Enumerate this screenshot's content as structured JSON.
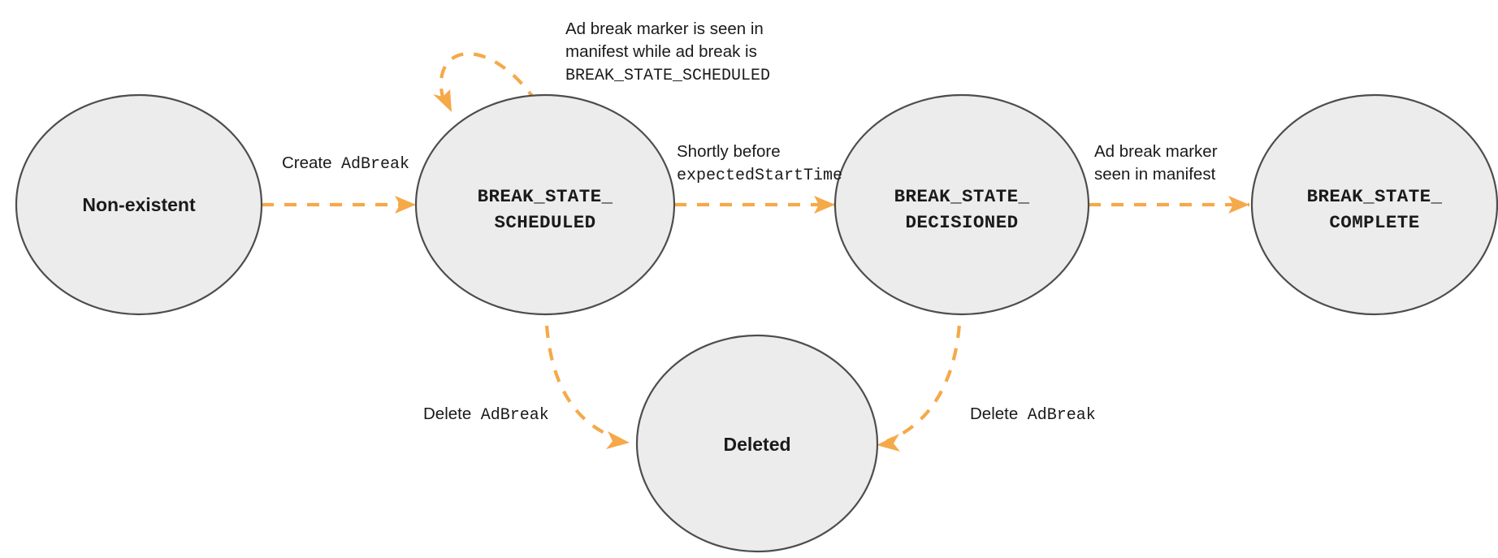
{
  "diagram": {
    "title": "AdBreak state machine",
    "colors": {
      "node_fill": "#ececec",
      "node_stroke": "#4d4d4d",
      "edge": "#f5a949",
      "text": "#1a1a1a",
      "background": "#ffffff"
    },
    "nodes": [
      {
        "id": "non-existent",
        "label_lines": [
          "Non-existent"
        ],
        "style": "sans"
      },
      {
        "id": "break-state-scheduled",
        "label_lines": [
          "BREAK_STATE_",
          "SCHEDULED"
        ],
        "style": "mono"
      },
      {
        "id": "break-state-decisioned",
        "label_lines": [
          "BREAK_STATE_",
          "DECISIONED"
        ],
        "style": "mono"
      },
      {
        "id": "break-state-complete",
        "label_lines": [
          "BREAK_STATE_",
          "COMPLETE"
        ],
        "style": "mono"
      },
      {
        "id": "deleted",
        "label_lines": [
          "Deleted"
        ],
        "style": "sans"
      }
    ],
    "edges": [
      {
        "id": "create-adbreak",
        "from": "non-existent",
        "to": "break-state-scheduled",
        "label_parts": [
          {
            "text": "Create ",
            "style": "sans"
          },
          {
            "text": "AdBreak",
            "style": "mono"
          }
        ]
      },
      {
        "id": "scheduled-self-loop",
        "from": "break-state-scheduled",
        "to": "break-state-scheduled",
        "label_lines": [
          {
            "text": "Ad break marker is seen in",
            "style": "sans"
          },
          {
            "text": "manifest while ad break is",
            "style": "sans"
          },
          {
            "text": "BREAK_STATE_SCHEDULED",
            "style": "mono"
          }
        ]
      },
      {
        "id": "shortly-before-expected-start-time",
        "from": "break-state-scheduled",
        "to": "break-state-decisioned",
        "label_lines": [
          {
            "text": "Shortly before",
            "style": "sans"
          },
          {
            "text": "expectedStartTime",
            "style": "mono"
          }
        ]
      },
      {
        "id": "ad-break-marker-seen-in-manifest",
        "from": "break-state-decisioned",
        "to": "break-state-complete",
        "label_lines": [
          {
            "text": "Ad break marker",
            "style": "sans"
          },
          {
            "text": "seen in manifest",
            "style": "sans"
          }
        ]
      },
      {
        "id": "delete-adbreak-from-scheduled",
        "from": "break-state-scheduled",
        "to": "deleted",
        "label_parts": [
          {
            "text": "Delete ",
            "style": "sans"
          },
          {
            "text": "AdBreak",
            "style": "mono"
          }
        ]
      },
      {
        "id": "delete-adbreak-from-decisioned",
        "from": "break-state-decisioned",
        "to": "deleted",
        "label_parts": [
          {
            "text": "Delete ",
            "style": "sans"
          },
          {
            "text": "AdBreak",
            "style": "mono"
          }
        ]
      }
    ],
    "labels": {
      "node_non_existent": "Non-existent",
      "node_scheduled_line1": "BREAK_STATE_",
      "node_scheduled_line2": "SCHEDULED",
      "node_decisioned_line1": "BREAK_STATE_",
      "node_decisioned_line2": "DECISIONED",
      "node_complete_line1": "BREAK_STATE_",
      "node_complete_line2": "COMPLETE",
      "node_deleted": "Deleted",
      "edge_create_word": "Create",
      "edge_create_arg": "AdBreak",
      "loop_line1": "Ad break marker is seen in",
      "loop_line2": "manifest while ad break is",
      "loop_line3": "BREAK_STATE_SCHEDULED",
      "shortly_line1": "Shortly before",
      "shortly_line2": "expectedStartTime",
      "marker_line1": "Ad break marker",
      "marker_line2": "seen in manifest",
      "delete_left_word": "Delete",
      "delete_left_arg": "AdBreak",
      "delete_right_word": "Delete",
      "delete_right_arg": "AdBreak"
    }
  }
}
